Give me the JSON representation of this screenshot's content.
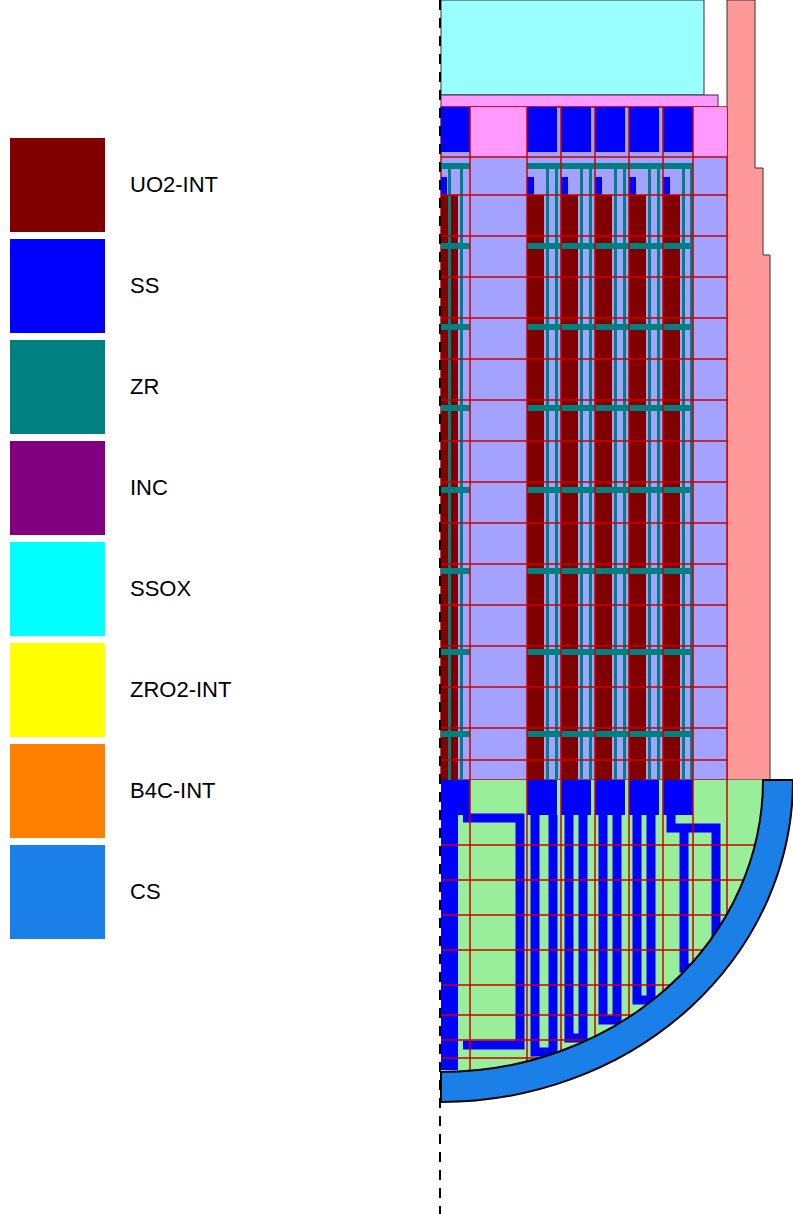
{
  "diagram": {
    "legend": [
      {
        "text": "UO2-INT",
        "color": "#800000"
      },
      {
        "text": "SS",
        "color": "#0000ff"
      },
      {
        "text": "ZR",
        "color": "#008080"
      },
      {
        "text": "INC",
        "color": "#800080"
      },
      {
        "text": "SSOX",
        "color": "#00ffff"
      },
      {
        "text": "ZRO2-INT",
        "color": "#ffff00"
      },
      {
        "text": "B4C-INT",
        "color": "#ff8000"
      },
      {
        "text": "CS",
        "color": "#1a80e8"
      }
    ]
  }
}
